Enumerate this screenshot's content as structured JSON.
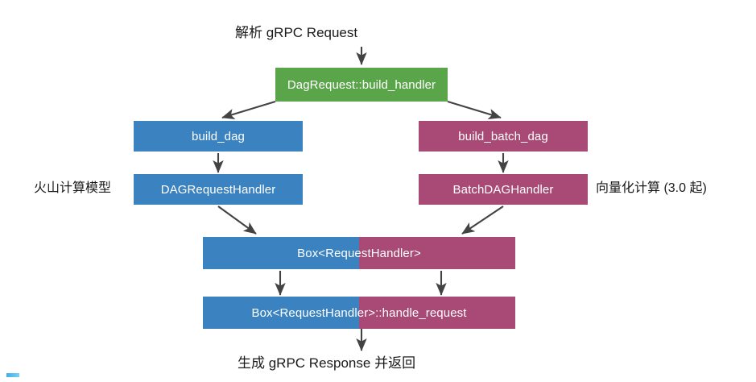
{
  "diagram": {
    "title_top": "解析 gRPC Request",
    "title_bottom": "生成 gRPC Response 并返回",
    "side_label_left": "火山计算模型",
    "side_label_right": "向量化计算 (3.0 起)",
    "colors": {
      "green": "#5aa54a",
      "blue": "#3b83c0",
      "pink": "#a94a76",
      "arrow": "#434343",
      "text": "#1a1a1a",
      "background": "#ffffff"
    },
    "nodes": [
      {
        "id": "build_handler",
        "label": "DagRequest::build_handler",
        "color": "green"
      },
      {
        "id": "build_dag",
        "label": "build_dag",
        "color": "blue"
      },
      {
        "id": "build_batch",
        "label": "build_batch_dag",
        "color": "pink"
      },
      {
        "id": "dag_handler",
        "label": "DAGRequestHandler",
        "color": "blue"
      },
      {
        "id": "batch_handler",
        "label": "BatchDAGHandler",
        "color": "pink"
      },
      {
        "id": "box_handler",
        "label": "Box<RequestHandler>",
        "color": "split"
      },
      {
        "id": "box_handle_req",
        "label": "Box<RequestHandler>::handle_request",
        "color": "split"
      }
    ],
    "edges": [
      {
        "from": "entry",
        "to": "build_handler"
      },
      {
        "from": "build_handler",
        "to": "build_dag"
      },
      {
        "from": "build_handler",
        "to": "build_batch"
      },
      {
        "from": "build_dag",
        "to": "dag_handler"
      },
      {
        "from": "build_batch",
        "to": "batch_handler"
      },
      {
        "from": "dag_handler",
        "to": "box_handler"
      },
      {
        "from": "batch_handler",
        "to": "box_handler"
      },
      {
        "from": "box_handler",
        "to": "box_handle_req_left"
      },
      {
        "from": "box_handler",
        "to": "box_handle_req_right"
      },
      {
        "from": "box_handle_req",
        "to": "exit"
      }
    ]
  }
}
